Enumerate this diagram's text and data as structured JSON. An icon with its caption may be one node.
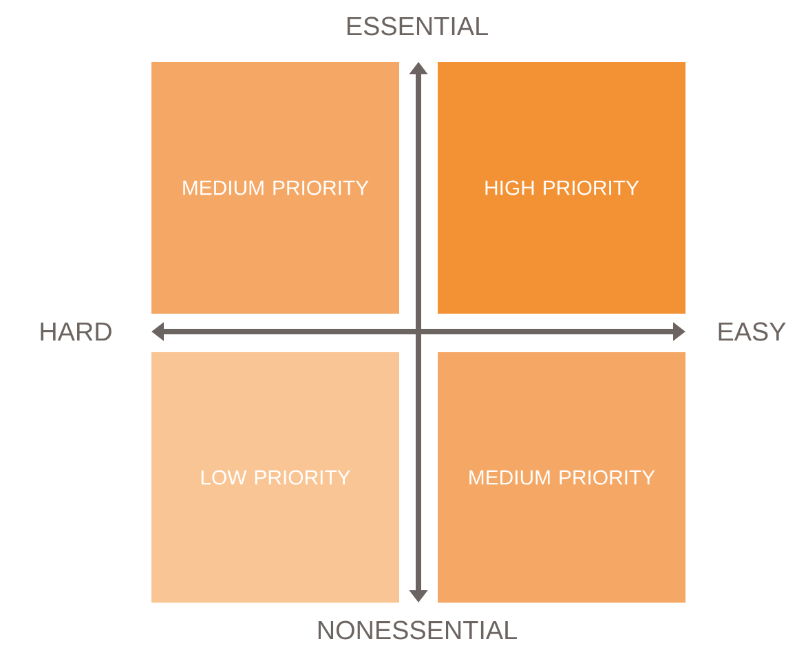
{
  "diagram": {
    "nodes": [
      {
        "text": [
          "MEDIUM PRIORITY"
        ]
      },
      {
        "text": [
          "HIGH PRIORITY"
        ]
      },
      {
        "text": [
          "LOW PRIORITY"
        ]
      },
      {
        "text": [
          "MEDIUM PRIORITY"
        ]
      }
    ],
    "edges": [],
    "labels": [
      "ESSENTIAL",
      "HARD",
      "EASY",
      "NONESSENTIAL"
    ]
  }
}
